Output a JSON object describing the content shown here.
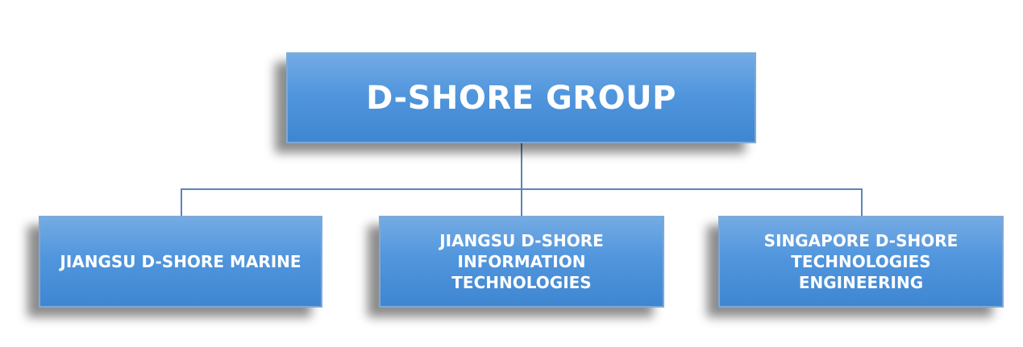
{
  "org_chart": {
    "root": {
      "label": "D-SHORE GROUP"
    },
    "children": [
      {
        "label": "JIANGSU D-SHORE MARINE"
      },
      {
        "label": "JIANGSU D-SHORE\nINFORMATION\nTECHNOLOGIES"
      },
      {
        "label": "SINGAPORE D-SHORE\nTECHNOLOGIES\nENGINEERING"
      }
    ]
  },
  "colors": {
    "box_fill_top": "#74abe4",
    "box_fill_bottom": "#3f86d1",
    "box_border": "#7fa9d6",
    "connector": "#5b86b8",
    "text": "#ffffff",
    "background": "#ffffff"
  }
}
